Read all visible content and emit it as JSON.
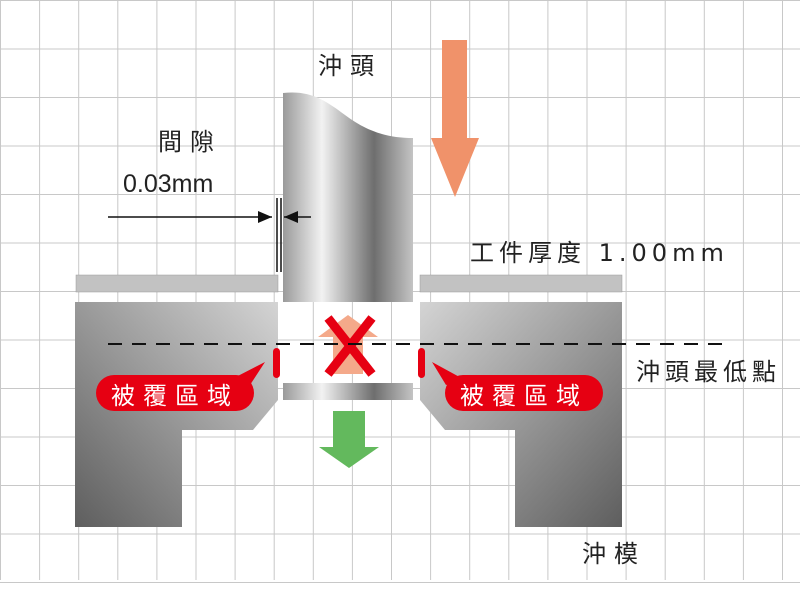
{
  "labels": {
    "punch": "沖頭",
    "clearance": "間隙",
    "clearance_value": "0.03mm",
    "workpiece_thickness": "工件厚度 1.00mm",
    "punch_lowest_point": "沖頭最低點",
    "coated_area_left": "被覆區域",
    "coated_area_right": "被覆區域",
    "die": "沖模"
  },
  "colors": {
    "down_arrow": "#f0926a",
    "up_arrow": "#f4a98a",
    "cross": "#e60012",
    "eject_arrow": "#63b95d",
    "coated_area": "#e60012",
    "grid": "#c8c8c8"
  }
}
